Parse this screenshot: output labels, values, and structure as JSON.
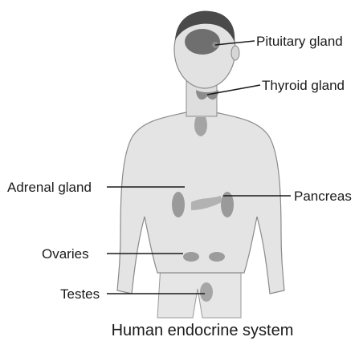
{
  "caption": "Human endocrine system",
  "labels": {
    "pituitary": "Pituitary gland",
    "thyroid": "Thyroid gland",
    "adrenal": "Adrenal gland",
    "pancreas": "Pancreas",
    "ovaries": "Ovaries",
    "testes": "Testes"
  },
  "colors": {
    "skin": "#e4e4e4",
    "outline": "#8a8a8a",
    "brain": "#6f6f6f",
    "hair": "#4a4a4a",
    "gland": "#9a9a9a",
    "line": "#1a1a1a"
  }
}
